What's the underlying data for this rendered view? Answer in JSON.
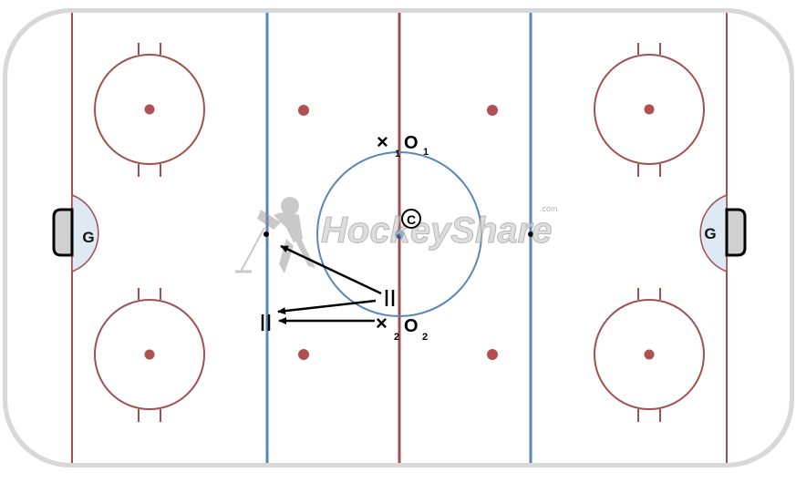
{
  "rink": {
    "board_color": "#d8d8d8",
    "ice_color": "#ffffff",
    "red_line_color": "#a05050",
    "blue_line_color": "#5b86b5",
    "crease_color": "#dde9f3",
    "puck_color": "#1f5aa6",
    "dot_color": "#b05050"
  },
  "goals": {
    "left_label": "G",
    "right_label": "G"
  },
  "players": {
    "x1": {
      "symbol": "×",
      "subscript": "1"
    },
    "o1": {
      "symbol": "O",
      "subscript": "1"
    },
    "x2": {
      "symbol": "×",
      "subscript": "2"
    },
    "o2": {
      "symbol": "O",
      "subscript": "2"
    },
    "coach": {
      "symbol": "C"
    }
  },
  "watermark": {
    "text": "HockeyShare",
    "suffix": ".com"
  }
}
